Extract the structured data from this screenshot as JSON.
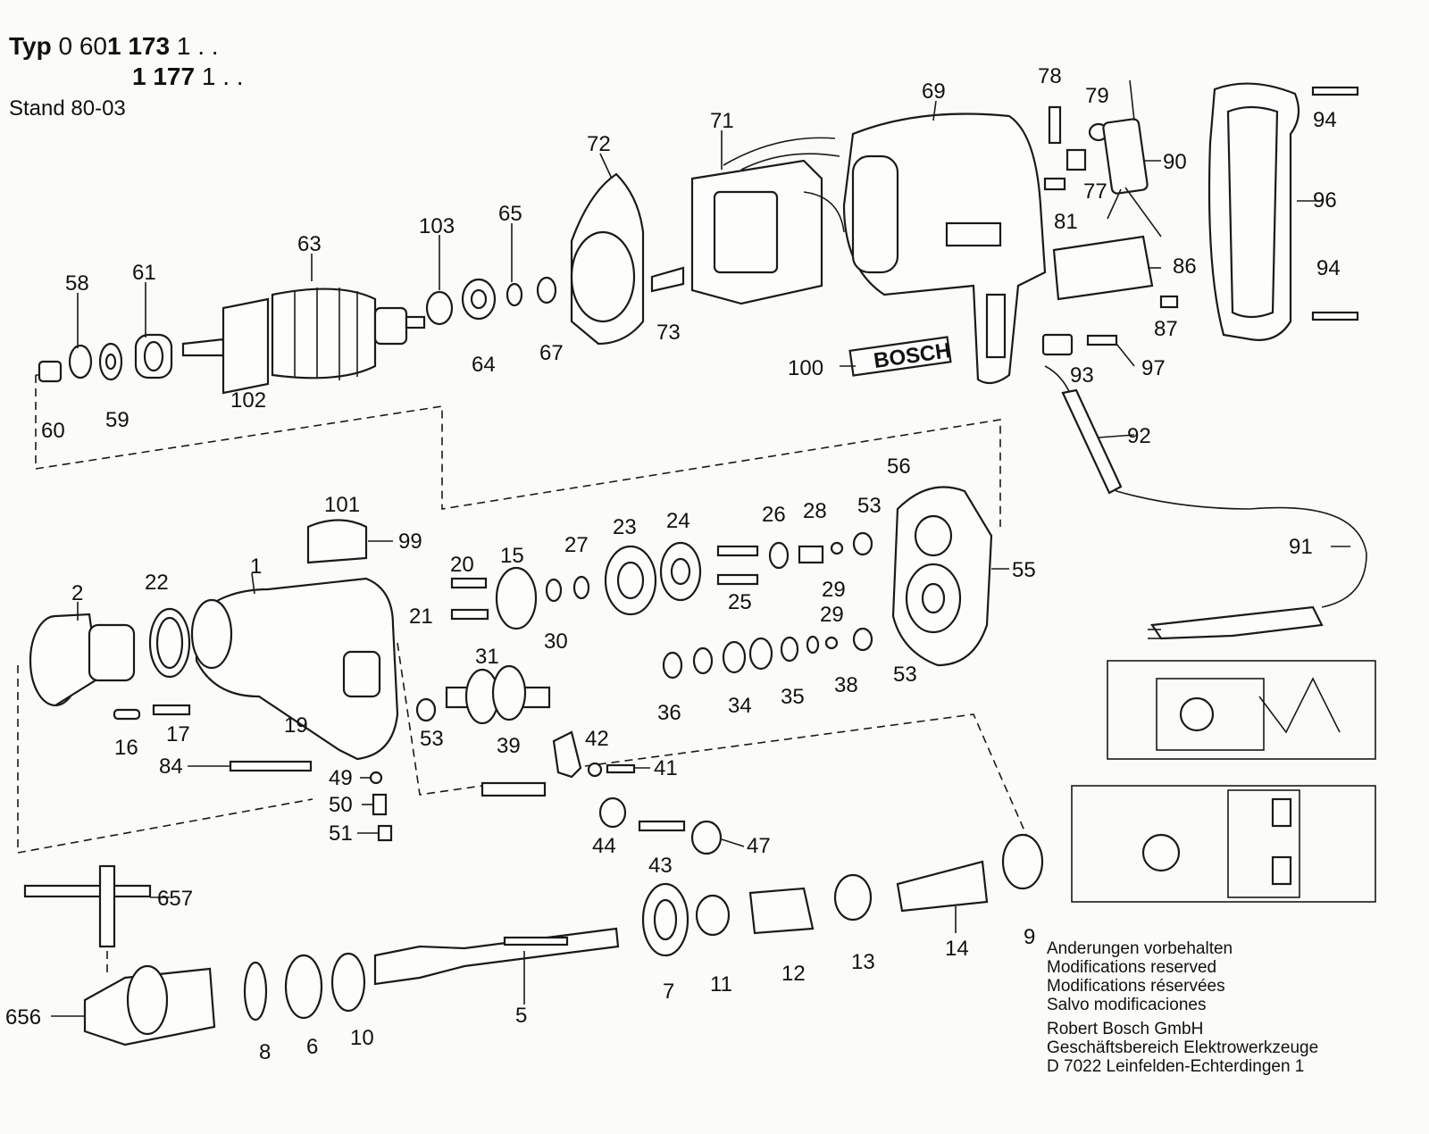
{
  "header": {
    "typ_label": "Typ",
    "typ_number_a": "0 60",
    "typ_number_b": "1 173",
    "typ_suffix": " 1 . .",
    "typ_number_c": "1 177",
    "typ_suffix2": " 1 . .",
    "stand": "Stand 80-03"
  },
  "labels": {
    "p1": "1",
    "p2": "2",
    "p5": "5",
    "p6": "6",
    "p7": "7",
    "p8": "8",
    "p9": "9",
    "p10": "10",
    "p11": "11",
    "p12": "12",
    "p13": "13",
    "p14": "14",
    "p15": "15",
    "p16": "16",
    "p17": "17",
    "p19": "19",
    "p20": "20",
    "p21": "21",
    "p22": "22",
    "p23": "23",
    "p24": "24",
    "p25": "25",
    "p26": "26",
    "p27": "27",
    "p28": "28",
    "p29a": "29",
    "p29b": "29",
    "p30": "30",
    "p31": "31",
    "p34": "34",
    "p35": "35",
    "p36": "36",
    "p38": "38",
    "p39": "39",
    "p41": "41",
    "p42": "42",
    "p43": "43",
    "p44": "44",
    "p47": "47",
    "p49": "49",
    "p50": "50",
    "p51": "51",
    "p53a": "53",
    "p53b": "53",
    "p53c": "53",
    "p55": "55",
    "p56": "56",
    "p58": "58",
    "p59": "59",
    "p60": "60",
    "p61": "61",
    "p63": "63",
    "p64": "64",
    "p65": "65",
    "p67": "67",
    "p69": "69",
    "p71": "71",
    "p72": "72",
    "p73": "73",
    "p77": "77",
    "p78": "78",
    "p79": "79",
    "p81": "81",
    "p84": "84",
    "p86": "86",
    "p87": "87",
    "p90": "90",
    "p91": "91",
    "p92": "92",
    "p93": "93",
    "p94a": "94",
    "p94b": "94",
    "p96": "96",
    "p97": "97",
    "p99": "99",
    "p100": "100",
    "p101": "101",
    "p102": "102",
    "p103": "103",
    "p656": "656",
    "p657": "657"
  },
  "brand_plate": "BOSCH",
  "notes": [
    "Anderungen vorbehalten",
    "Modifications reserved",
    "Modifications réservées",
    "Salvo modificaciones"
  ],
  "company": [
    "Robert Bosch GmbH",
    "Geschäftsbereich Elektrowerkzeuge",
    "D 7022 Leinfelden-Echterdingen 1"
  ]
}
